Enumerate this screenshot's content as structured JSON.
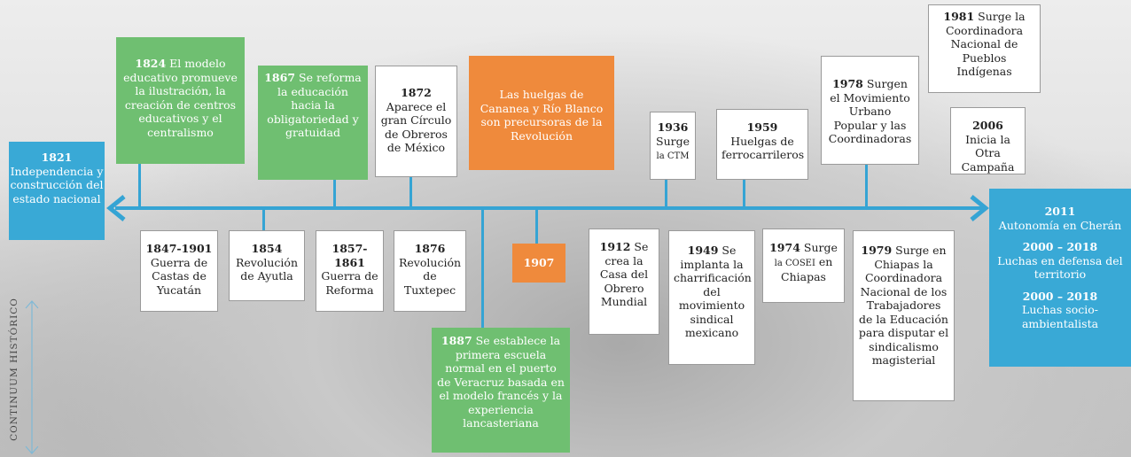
{
  "axis_label": "CONTINUUM HISTÓRICO",
  "events": {
    "e1821": {
      "year": "1821",
      "text": "Independencia y construcción del estado nacional"
    },
    "e1824": {
      "year": "1824",
      "text": " El modelo educativo promueve la ilustración, la creación de centros educativos y el centralismo"
    },
    "e1867": {
      "year": "1867",
      "text": " Se reforma la educación hacia la obligatoriedad y gratuidad"
    },
    "e1872": {
      "year": "1872",
      "text": "Aparece el gran Círculo de Obreros de México"
    },
    "huelgas": {
      "text": "Las huelgas de Cananea y Río Blanco son precursoras de la Revolución"
    },
    "e1936": {
      "year": "1936",
      "pre": "Surge",
      "ab": "la CTM"
    },
    "e1959": {
      "year": "1959",
      "text": "Huelgas de ferrocarrileros"
    },
    "e1978": {
      "year": "1978",
      "text": " Surgen el Movimiento Urbano Popular y las Coordinadoras"
    },
    "e1981": {
      "year": "1981",
      "text": " Surge la Coordinadora Nacional de Pueblos Indígenas"
    },
    "e2006": {
      "year": "2006",
      "text": " Inicia la Otra Campaña"
    },
    "e1847": {
      "year": "1847-1901",
      "text": "Guerra de Castas de Yucatán"
    },
    "e1854": {
      "year": "1854",
      "text": "Revolución de Ayutla"
    },
    "e1857": {
      "year": "1857-1861",
      "text": "Guerra de Reforma"
    },
    "e1876": {
      "year": "1876",
      "text": "Revolución de Tuxtepec"
    },
    "e1907": {
      "year": "1907"
    },
    "e1887": {
      "year": "1887",
      "text": " Se establece la primera escuela normal en el puerto de Veracruz basada en el modelo francés y la experiencia lancasteriana"
    },
    "e1912": {
      "year": "1912",
      "text": " Se crea la Casa del Obrero Mundial"
    },
    "e1949": {
      "year": "1949",
      "text": " Se implanta la charrificación del movimiento sindical mexicano"
    },
    "e1974": {
      "year": "1974",
      "pre": " Surge",
      "ab": "la COSEI",
      "post": "en Chiapas"
    },
    "e1979": {
      "year": "1979",
      "text": " Surge en Chiapas la Coordinadora Nacional de los Trabajadores de la Educación para disputar el sindicalismo magisterial"
    }
  },
  "right_panel": [
    {
      "year": "2011",
      "text": "Autonomía en Cherán"
    },
    {
      "year": "2000 – 2018",
      "text": "Luchas en defensa del territorio"
    },
    {
      "year": "2000 – 2018",
      "text": "Luchas socio-ambientalista"
    }
  ],
  "colors": {
    "line": "#35a4d4",
    "green": "#6fbf71",
    "orange": "#ef8a3c",
    "cyan": "#39a9d6"
  }
}
